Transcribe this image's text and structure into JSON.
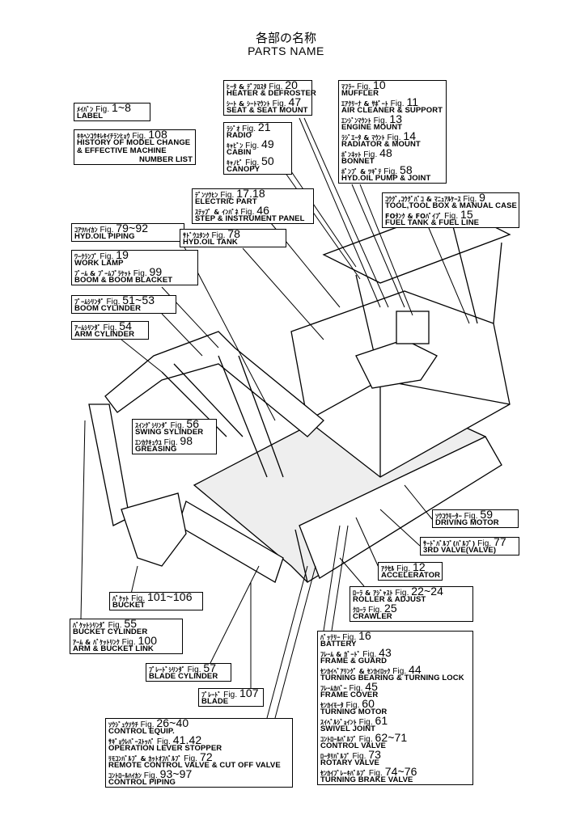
{
  "title": {
    "jp": "各部の名称",
    "en": "PARTS NAME"
  },
  "boxes": [
    {
      "id": "label",
      "lines": [
        {
          "jp": "ﾒｲﾊﾞﾝ",
          "fig": "Fig.",
          "num": "1~8"
        },
        {
          "en": "LABEL"
        }
      ]
    },
    {
      "id": "history",
      "lines": [
        {
          "jp": "ｷｷﾍﾝｺｳｷﾚｷｲﾁﾗﾝﾋｮｳ",
          "fig": "Fig.",
          "num": "108"
        },
        {
          "en": "HISTORY OF MODEL CHANGE"
        },
        {
          "en": "& EFFECTIVE MACHINE"
        },
        {
          "en": "NUMBER LIST",
          "right": true
        }
      ]
    },
    {
      "id": "heater",
      "lines": [
        {
          "jp": "ﾋｰﾀ & ﾃﾞﾌﾛｽﾀ",
          "fig": "Fig.",
          "num": "20"
        },
        {
          "en": "HEATER & DEFROSTER"
        },
        {
          "jp": "ｼｰﾄ & ｼｰﾄﾏｳﾝﾄ",
          "fig": "Fig.",
          "num": "47"
        },
        {
          "en": "SEAT & SEAT MOUNT"
        }
      ]
    },
    {
      "id": "radio",
      "lines": [
        {
          "jp": "ﾗｼﾞｵ",
          "fig": "Fig.",
          "num": "21"
        },
        {
          "en": "RADIO"
        },
        {
          "jp": "ｷｬﾋﾞﾝ",
          "fig": "Fig.",
          "num": "49"
        },
        {
          "en": "CABIN"
        },
        {
          "jp": "ｷｬﾉﾋﾟ",
          "fig": "Fig.",
          "num": "50"
        },
        {
          "en": "CANOPY"
        }
      ]
    },
    {
      "id": "muffler",
      "lines": [
        {
          "jp": "ﾏﾌﾗｰ",
          "fig": "Fig.",
          "num": "10"
        },
        {
          "en": "MUFFLER"
        },
        {
          "jp": "ｴｱｸﾘｰﾅ & ｻﾎﾟｰﾄ",
          "fig": "Fig.",
          "num": "11"
        },
        {
          "en": "AIR CLEANER & SUPPORT"
        },
        {
          "jp": "ｴﾝｼﾞﾝﾏｳﾝﾄ",
          "fig": "Fig.",
          "num": "13"
        },
        {
          "en": "ENGINE MOUNT"
        },
        {
          "jp": "ﾗｼﾞｴｰﾀ & ﾏｳﾝﾄ",
          "fig": "Fig.",
          "num": "14"
        },
        {
          "en": "RADIATOR & MOUNT"
        },
        {
          "jp": "ﾎﾞﾝﾈｯﾄ",
          "fig": "Fig.",
          "num": "48"
        },
        {
          "en": "BONNET"
        },
        {
          "jp": "ﾎﾟﾝﾌﾟ & ﾂｷﾞﾃ",
          "fig": "Fig.",
          "num": "58"
        },
        {
          "en": "HYD.OIL PUMP & JOINT"
        }
      ]
    },
    {
      "id": "tool",
      "lines": [
        {
          "jp": "ｺｳｸﾞ,ｺｳｸﾞﾊﾞｺ & ﾏﾆｭｱﾙｹｰｽ",
          "fig": "Fig.",
          "num": "9"
        },
        {
          "en": "TOOL,TOOL BOX & MANUAL CASE"
        },
        {
          "jp": "FOﾀﾝｸ & FOﾊﾟｲﾌﾟ",
          "fig": "Fig.",
          "num": "15"
        },
        {
          "en": "FUEL TANK & FUEL LINE"
        }
      ]
    },
    {
      "id": "electric",
      "lines": [
        {
          "jp": "ﾃﾞﾝｿｳﾋﾝ",
          "fig": "Fig.",
          "num": "17.18"
        },
        {
          "en": "ELECTRIC PART"
        },
        {
          "jp": "ｽﾃｯﾌﾟ & ｲﾝﾊﾟﾈ",
          "fig": "Fig.",
          "num": "46"
        },
        {
          "en": "STEP & INSTRUMENT PANEL"
        }
      ]
    },
    {
      "id": "piping",
      "lines": [
        {
          "jp": "ｺｱﾂﾊｲｶﾝ",
          "fig": "Fig.",
          "num": "79~92"
        },
        {
          "en": "HYD.OIL PIPING"
        }
      ]
    },
    {
      "id": "tank",
      "lines": [
        {
          "jp": "ｻﾄﾞｳﾕﾀﾝｸ",
          "fig": "Fig.",
          "num": "78"
        },
        {
          "en": "HYD.OIL TANK"
        }
      ]
    },
    {
      "id": "worklamp",
      "lines": [
        {
          "jp": "ﾜｰｸﾗﾝﾌﾟ",
          "fig": "Fig.",
          "num": "19"
        },
        {
          "en": "WORK LAMP"
        },
        {
          "jp": "ﾌﾞｰﾑ & ﾌﾞｰﾑﾌﾞﾗｹｯﾄ",
          "fig": "Fig.",
          "num": "99"
        },
        {
          "en": "BOOM & BOOM BLACKET"
        }
      ]
    },
    {
      "id": "boomcyl",
      "lines": [
        {
          "jp": "ﾌﾞｰﾑｼﾘﾝﾀﾞ",
          "fig": "Fig.",
          "num": "51~53"
        },
        {
          "en": "BOOM CYLINDER"
        }
      ]
    },
    {
      "id": "armcyl",
      "lines": [
        {
          "jp": "ｱｰﾑｼﾘﾝﾀﾞ",
          "fig": "Fig.",
          "num": "54"
        },
        {
          "en": "ARM CYLINDER"
        }
      ]
    },
    {
      "id": "swing",
      "lines": [
        {
          "jp": "ｽｲﾝｸﾞｼﾘﾝﾀﾞ",
          "fig": "Fig.",
          "num": "56"
        },
        {
          "en": "SWING SYLINDER"
        },
        {
          "jp": "ｴﾝｶｸｷｭｳﾕ",
          "fig": "Fig.",
          "num": "98"
        },
        {
          "en": "GREASING"
        }
      ]
    },
    {
      "id": "drivemotor",
      "lines": [
        {
          "jp": "ｿｳｺｳﾓｰﾀｰ",
          "fig": "Fig.",
          "num": "59"
        },
        {
          "en": "DRIVING MOTOR"
        }
      ]
    },
    {
      "id": "thirdvalve",
      "lines": [
        {
          "jp": "ｻｰﾄﾞﾊﾞﾙﾌﾞ(ﾊﾞﾙﾌﾞ)",
          "fig": "Fig.",
          "num": "77"
        },
        {
          "en": "3RD VALVE(VALVE)"
        }
      ]
    },
    {
      "id": "accel",
      "lines": [
        {
          "jp": "ｱｸｾﾙ",
          "fig": "Fig.",
          "num": "12"
        },
        {
          "en": "ACCELERATOR"
        }
      ]
    },
    {
      "id": "roller",
      "lines": [
        {
          "jp": "ﾛｰﾗ & ｱｼﾞｬｽﾄ",
          "fig": "Fig.",
          "num": "22~24"
        },
        {
          "en": "ROLLER & ADJUST"
        },
        {
          "jp": "ｸﾛｰﾗ",
          "fig": "Fig.",
          "num": "25"
        },
        {
          "en": "CRAWLER"
        }
      ]
    },
    {
      "id": "battery",
      "lines": [
        {
          "jp": "ﾊﾞｯﾃﾘｰ",
          "fig": "Fig.",
          "num": "16"
        },
        {
          "en": "BATTERY"
        },
        {
          "jp": "ﾌﾚｰﾑ & ｶﾞｰﾄﾞ",
          "fig": "Fig.",
          "num": "43"
        },
        {
          "en": "FRAME & GUARD"
        },
        {
          "jp": "ｾﾝｶｲﾍﾞｱﾘﾝｸﾞ & ｾﾝｶｲﾛｯｸ",
          "fig": "Fig.",
          "num": "44"
        },
        {
          "en": "TURNING BEARING & TURNING LOCK"
        },
        {
          "jp": "ﾌﾚｰﾑｶﾊﾞｰ",
          "fig": "Fig.",
          "num": "45"
        },
        {
          "en": "FRAME COVER"
        },
        {
          "jp": "ｾﾝｶｲﾓｰﾀ",
          "fig": "Fig.",
          "num": "60"
        },
        {
          "en": "TURNING MOTOR"
        },
        {
          "jp": "ｽｲﾍﾞﾙｼﾞｮｲﾝﾄ",
          "fig": "Fig.",
          "num": "61"
        },
        {
          "en": "SWIVEL JOINT"
        },
        {
          "jp": "ｺﾝﾄﾛｰﾙﾊﾞﾙﾌﾞ",
          "fig": "Fig.",
          "num": "62~71"
        },
        {
          "en": "CONTROL VALVE"
        },
        {
          "jp": "ﾛｰﾀﾘﾊﾞﾙﾌﾞ",
          "fig": "Fig.",
          "num": "73"
        },
        {
          "en": "ROTARY VALVE"
        },
        {
          "jp": "ｾﾝｶｲﾌﾞﾚｰｷﾊﾞﾙﾌﾞ",
          "fig": "Fig.",
          "num": "74~76"
        },
        {
          "en": "TURNING BRAKE VALVE"
        }
      ]
    },
    {
      "id": "bucket",
      "lines": [
        {
          "jp": "ﾊﾞｹｯﾄ",
          "fig": "Fig.",
          "num": "101~106"
        },
        {
          "en": "BUCKET"
        }
      ]
    },
    {
      "id": "bucketcyl",
      "lines": [
        {
          "jp": "ﾊﾞｹｯﾄｼﾘﾝﾀﾞ",
          "fig": "Fig.",
          "num": "55"
        },
        {
          "en": "BUCKET CYLINDER"
        },
        {
          "jp": "ｱｰﾑ & ﾊﾞｹｯﾄﾘﾝｸ",
          "fig": "Fig.",
          "num": "100"
        },
        {
          "en": "ARM & BUCKET LINK"
        }
      ]
    },
    {
      "id": "bladecyl",
      "lines": [
        {
          "jp": "ﾌﾞﾚｰﾄﾞｼﾘﾝﾀﾞ",
          "fig": "Fig.",
          "num": "57"
        },
        {
          "en": "BLADE CYLINDER"
        }
      ]
    },
    {
      "id": "blade",
      "lines": [
        {
          "jp": "ﾌﾞﾚｰﾄﾞ",
          "fig": "Fig.",
          "num": "107"
        },
        {
          "en": "BLADE"
        }
      ]
    },
    {
      "id": "control",
      "lines": [
        {
          "jp": "ｿｳｼﾞｭｳｿｳﾁ",
          "fig": "Fig.",
          "num": "26~40"
        },
        {
          "en": "CONTROL EQUIP."
        },
        {
          "jp": "ｻｷﾞｮｳﾚﾊﾞｰｽﾄｯﾊﾟ",
          "fig": "Fig.",
          "num": "41.42"
        },
        {
          "en": "OPERATION LEVER STOPPER"
        },
        {
          "jp": "ﾘﾓｺﾝﾊﾞﾙﾌﾞ & ｶｯﾄｵﾌﾊﾞﾙﾌﾞ",
          "fig": "Fig.",
          "num": "72"
        },
        {
          "en": "REMOTE CONTROL VALVE & CUT OFF VALVE"
        },
        {
          "jp": "ｺﾝﾄﾛｰﾙﾊｲｶﾝ",
          "fig": "Fig.",
          "num": "93~97"
        },
        {
          "en": "CONTROL PIPING"
        }
      ]
    }
  ]
}
